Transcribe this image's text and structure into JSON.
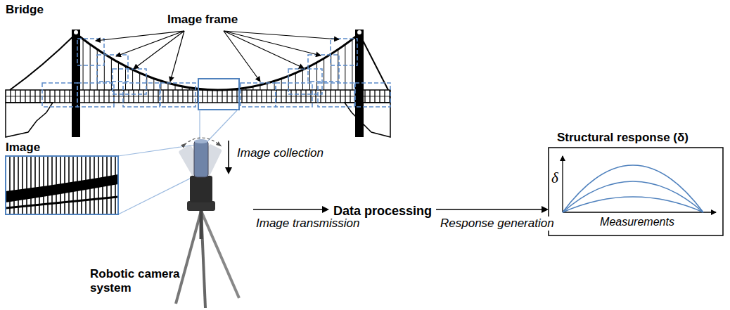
{
  "diagram": {
    "nodes": [
      {
        "text": [
          "Bridge"
        ]
      },
      {
        "text": [
          "Image"
        ]
      },
      {
        "text": [
          "Robotic camera system"
        ]
      },
      {
        "text": [
          "Data processing"
        ]
      },
      {
        "text": [
          "Structural response (δ)",
          "δ",
          "Measurements"
        ]
      }
    ],
    "edges": [
      {
        "from": 0,
        "to": 2,
        "arrow": "to",
        "label": "Image collection"
      },
      {
        "from": 2,
        "to": 3,
        "arrow": "to",
        "label": "Image transmission"
      },
      {
        "from": 3,
        "to": 4,
        "arrow": "to",
        "label": "Response generation"
      }
    ],
    "labels": [
      "Image frame"
    ]
  }
}
